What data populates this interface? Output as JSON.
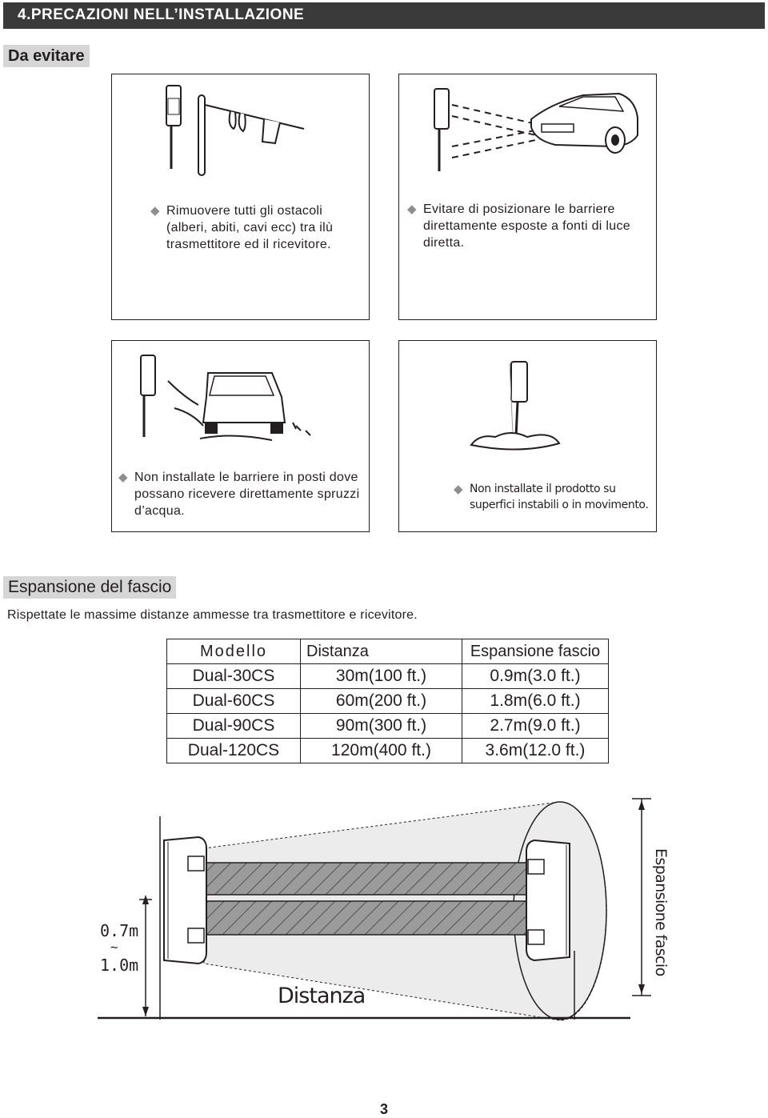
{
  "header": {
    "title": "4.PRECAZIONI NELL’INSTALLAZIONE",
    "bg_color": "#3a3a3a"
  },
  "section_avoid": {
    "label": "Da evitare",
    "panels": [
      {
        "caption": "Rimuovere tutti gli ostacoli (alberi, abiti, cavi ecc) tra ilù trasmettitore ed il ricevitore.",
        "illustration": "clothesline-obstacle"
      },
      {
        "caption": "Evitare di posizionare le barriere direttamente esposte a fonti di luce diretta.",
        "illustration": "car-headlights"
      },
      {
        "caption": "Non installate le barriere in posti dove possano ricevere direttamente spruzzi d’acqua.",
        "illustration": "car-splash"
      },
      {
        "caption": "Non installate il prodotto su superfici instabili o in movimento.",
        "illustration": "unstable-ground"
      }
    ],
    "bullet_icon": "diamond-bullet-icon"
  },
  "section_beam": {
    "label": "Espansione del fascio",
    "intro": "Rispettate le massime distanze ammesse tra trasmettitore e ricevitore.",
    "table": {
      "headers": [
        "Modello",
        "Distanza",
        "Espansione fascio"
      ],
      "rows": [
        [
          "Dual-30CS",
          "30m(100 ft.)",
          "0.9m(3.0 ft.)"
        ],
        [
          "Dual-60CS",
          "60m(200 ft.)",
          "1.8m(6.0 ft.)"
        ],
        [
          "Dual-90CS",
          "90m(300 ft.)",
          "2.7m(9.0 ft.)"
        ],
        [
          "Dual-120CS",
          "120m(400 ft.)",
          "3.6m(12.0 ft.)"
        ]
      ]
    },
    "diagram": {
      "height_label_top": "0.7m",
      "height_label_sep": "~",
      "height_label_bottom": "1.0m",
      "distance_label": "Distanza",
      "expansion_label": "Espansione fascio"
    }
  },
  "page_number": "3"
}
